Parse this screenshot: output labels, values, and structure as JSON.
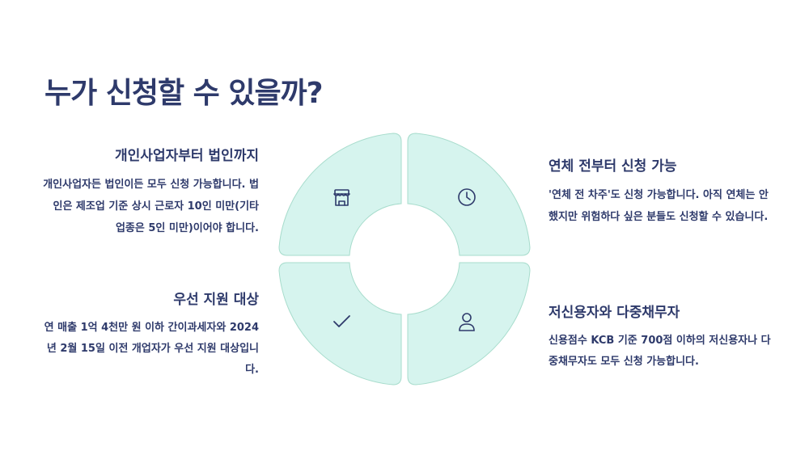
{
  "title": "누가 신청할 수 있을까?",
  "colors": {
    "title": "#2e3a6b",
    "segment_fill": "#d6f4ee",
    "segment_stroke": "#a7dccc",
    "icon": "#2e3a6b"
  },
  "segments": [
    {
      "icon": "store-icon",
      "heading": "개인사업자부터 법인까지",
      "body": "개인사업자든 법인이든 모두 신청 가능합니다. 법인은 제조업 기준 상시 근로자 10인 미만(기타 업종은 5인 미만)이어야 합니다."
    },
    {
      "icon": "clock-icon",
      "heading": "연체 전부터 신청 가능",
      "body": "'연체 전 차주'도 신청 가능합니다. 아직 연체는 안 했지만 위험하다 싶은 분들도 신청할 수 있습니다."
    },
    {
      "icon": "check-icon",
      "heading": "우선 지원 대상",
      "body": "연 매출 1억 4천만 원 이하 간이과세자와 2024년 2월 15일 이전 개업자가 우선 지원 대상입니다."
    },
    {
      "icon": "user-icon",
      "heading": "저신용자와 다중채무자",
      "body": "신용점수 KCB 기준 700점 이하의 저신용자나 다중채무자도 모두 신청 가능합니다."
    }
  ]
}
